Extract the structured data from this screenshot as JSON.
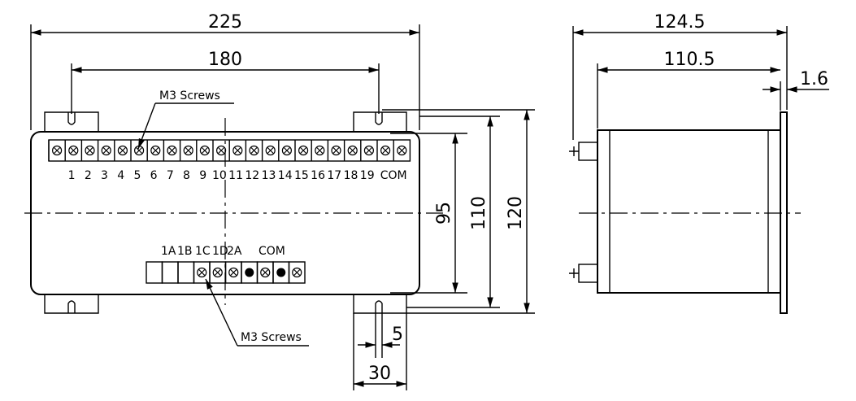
{
  "dimensions": {
    "overall_width": "225",
    "mount_spacing": "180",
    "height_95": "95",
    "height_110": "110",
    "height_120": "120",
    "foot_width": "30",
    "slot_width": "5",
    "depth_total": "124.5",
    "depth_body": "110.5",
    "panel_thickness": "1.6"
  },
  "callouts": {
    "upper": "M3 Screws",
    "lower": "M3 Screws"
  },
  "terminals": {
    "upper": [
      "1",
      "2",
      "3",
      "4",
      "5",
      "6",
      "7",
      "8",
      "9",
      "10",
      "11",
      "12",
      "13",
      "14",
      "15",
      "16",
      "17",
      "18",
      "19",
      "COM"
    ],
    "lower": [
      "1A",
      "1B",
      "1C",
      "1D",
      "2A",
      "COM"
    ]
  }
}
